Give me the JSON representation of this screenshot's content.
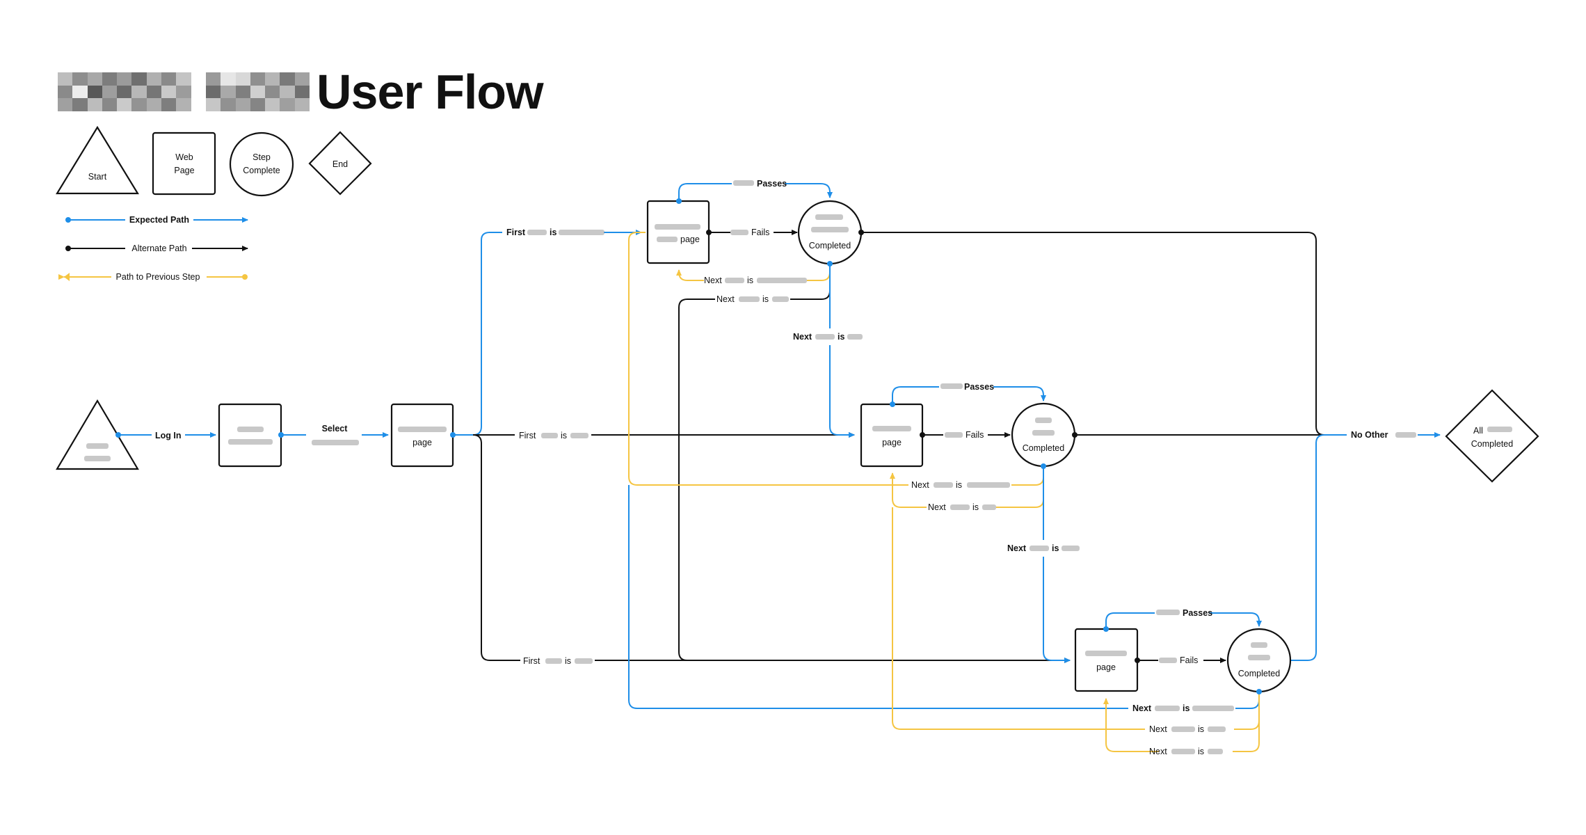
{
  "header": {
    "title": "User Flow",
    "logo_pixels": [
      "#bdbdbd",
      "#8e8e8e",
      "#a8a8a8",
      "#7d7d7d",
      "#9b9b9b",
      "#6f6f6f",
      "#b0b0b0",
      "#8a8a8a",
      "#c4c4c4",
      "#ffffff",
      "#9a9a9a",
      "#e6e6e6",
      "#d8d8d8",
      "#8f8f8f",
      "#b5b5b5",
      "#7a7a7a",
      "#a2a2a2",
      "#8a8a8a",
      "#ededed",
      "#585858",
      "#9e9e9e",
      "#6a6a6a",
      "#b8b8b8",
      "#767676",
      "#c9c9c9",
      "#9c9c9c",
      "#ffffff",
      "#6c6c6c",
      "#a9a9a9",
      "#7f7f7f",
      "#cfcfcf",
      "#8c8c8c",
      "#b9b9b9",
      "#707070",
      "#a0a0a0",
      "#7c7c7c",
      "#bcbcbc",
      "#888888",
      "#cacaca",
      "#939393",
      "#adadad",
      "#7e7e7e",
      "#b2b2b2",
      "#ffffff",
      "#c6c6c6",
      "#919191",
      "#a6a6a6",
      "#858585",
      "#c2c2c2",
      "#9f9f9f",
      "#b4b4b4"
    ]
  },
  "legend": {
    "start_label": "Start",
    "webpage_label_1": "Web",
    "webpage_label_2": "Page",
    "step_label_1": "Step",
    "step_label_2": "Complete",
    "end_label": "End",
    "expected_path": "Expected Path",
    "alternate_path": "Alternate Path",
    "previous_step": "Path to Previous Step"
  },
  "colors": {
    "expected": "#1e8ee8",
    "alternate": "#111111",
    "previous": "#f5c542"
  },
  "nodes": {
    "page_upper": "page",
    "page_mid": "page",
    "page_lower": "page",
    "select_page": "page",
    "completed_upper": "Completed",
    "completed_mid": "Completed",
    "completed_lower": "Completed",
    "end_line_1": "All",
    "end_line_2": "Completed"
  },
  "edges": {
    "log_in": "Log In",
    "select": "Select",
    "first_upper": "First",
    "first_upper_is": "is",
    "first_mid": "First",
    "first_mid_is": "is",
    "first_lower": "First",
    "first_lower_is": "is",
    "passes_upper": "Passes",
    "passes_mid": "Passes",
    "passes_lower": "Passes",
    "fails_upper": "Fails",
    "fails_mid": "Fails",
    "fails_lower": "Fails",
    "next_prev_upper": "Next",
    "next_prev_upper_is": "is",
    "next_alt_upper": "Next",
    "next_alt_upper_is": "is",
    "next_exp_upper": "Next",
    "next_exp_upper_is": "is",
    "next_prev_mid_a": "Next",
    "next_prev_mid_a_is": "is",
    "next_prev_mid_b": "Next",
    "next_prev_mid_b_is": "is",
    "next_exp_mid": "Next",
    "next_exp_mid_is": "is",
    "next_exp_lower": "Next",
    "next_exp_lower_is": "is",
    "next_prev_lower_a": "Next",
    "next_prev_lower_a_is": "is",
    "next_prev_lower_b": "Next",
    "next_prev_lower_b_is": "is",
    "no_other": "No Other"
  }
}
